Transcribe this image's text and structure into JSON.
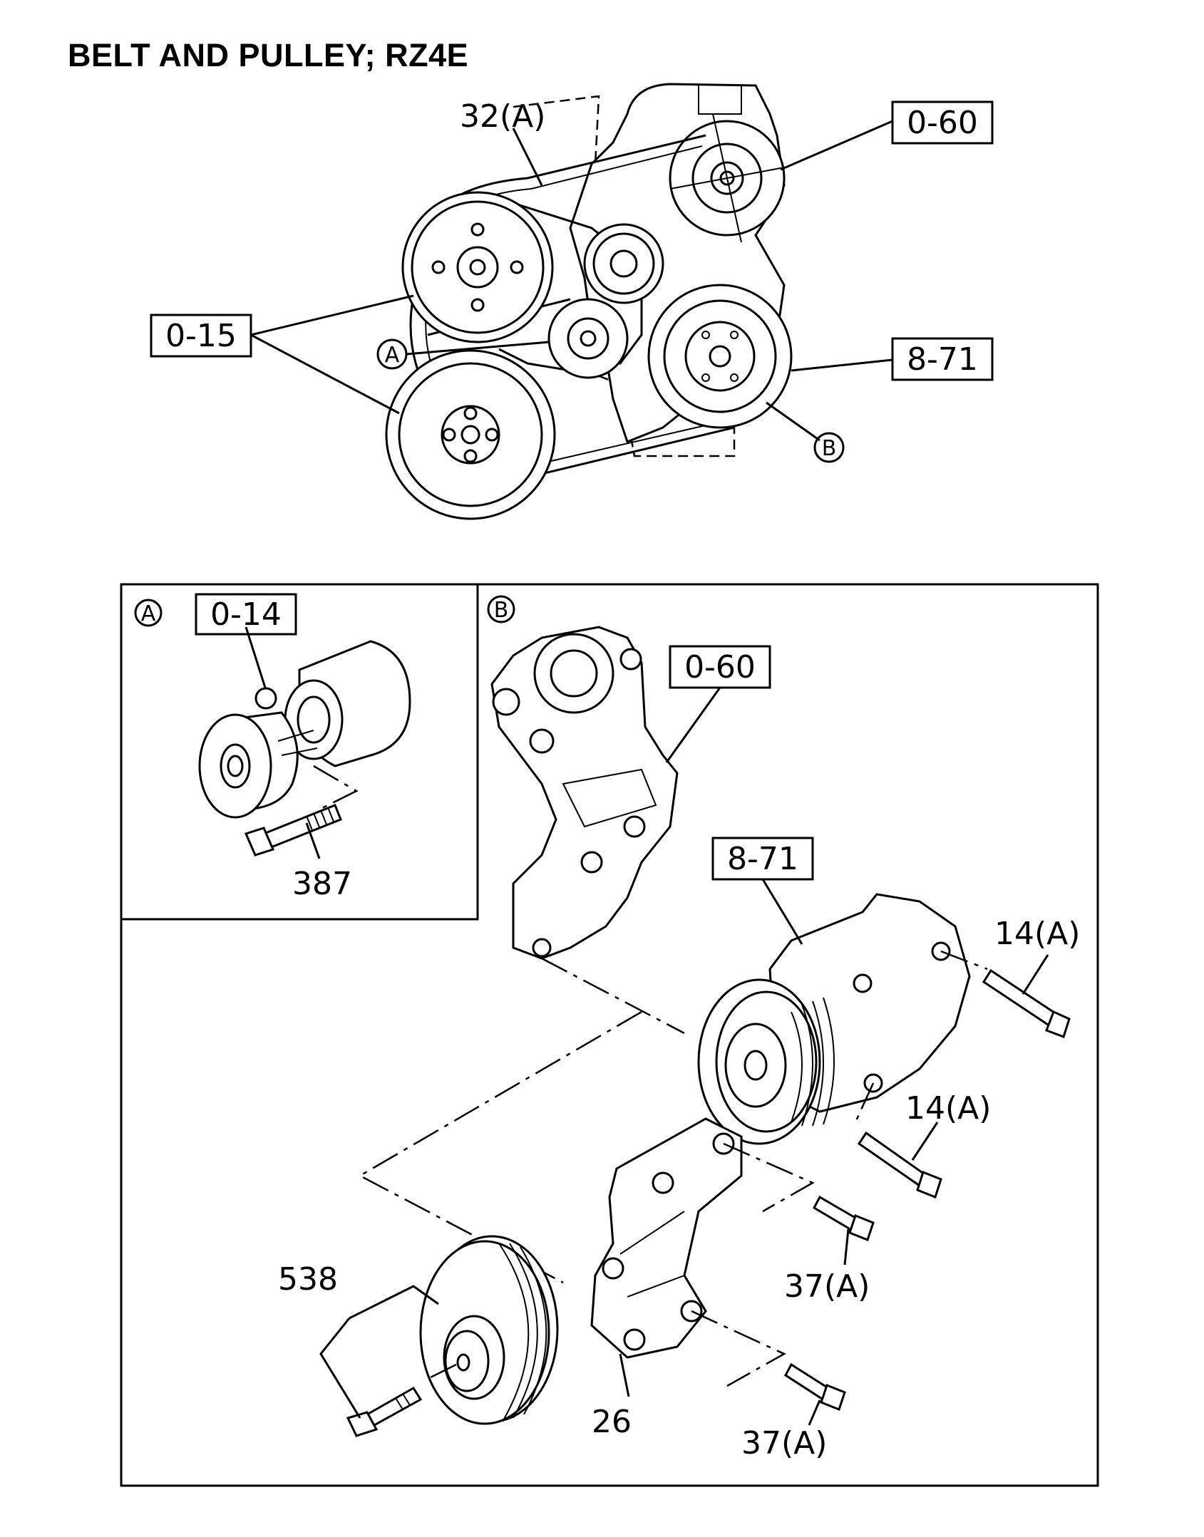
{
  "title": "BELT AND PULLEY; RZ4E",
  "overview": {
    "belt_label": "32(A)",
    "ref_tensioner_bracket": "0-60",
    "ref_pulleys": "0-15",
    "ref_compressor": "8-71",
    "callout_a": "A",
    "callout_b": "B"
  },
  "detail_a": {
    "marker": "A",
    "ref_tensioner": "0-14",
    "bolt_label": "387"
  },
  "detail_b": {
    "marker": "B",
    "ref_bracket": "0-60",
    "ref_compressor": "8-71",
    "bolt_upper": "14(A)",
    "bolt_lower": "14(A)",
    "idler_label": "538",
    "bracket_label": "26",
    "bolt_bracket_upper": "37(A)",
    "bolt_bracket_lower": "37(A)"
  }
}
